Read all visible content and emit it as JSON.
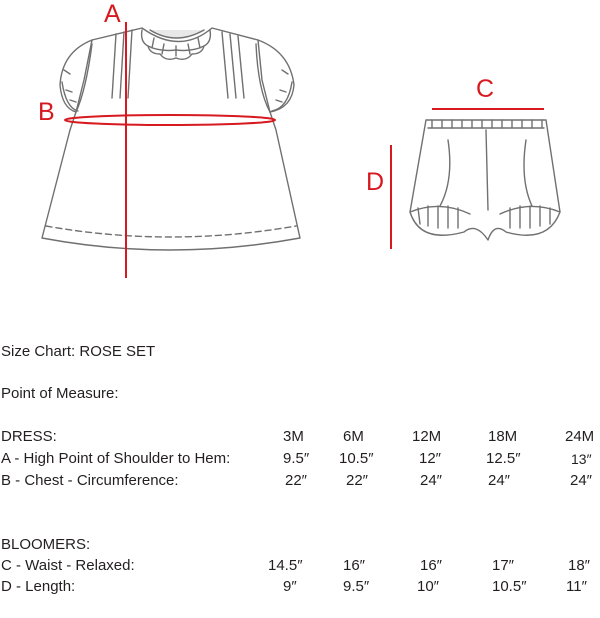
{
  "diagram": {
    "labels": {
      "a": "A",
      "b": "B",
      "c": "C",
      "d": "D"
    },
    "accent_color": "#d71920"
  },
  "size_chart": {
    "title": "Size Chart: ROSE SET",
    "point_of_measure": "Point of Measure:",
    "dress": {
      "heading": "DRESS:",
      "sizes": [
        "3M",
        "6M",
        "12M",
        "18M",
        "24M"
      ],
      "rows": [
        {
          "label": "A - High Point of Shoulder to Hem:",
          "values": [
            "9.5″",
            "10.5″",
            "12″",
            "12.5″",
            "13″"
          ]
        },
        {
          "label": "B - Chest - Circumference:",
          "values": [
            "22″",
            "22″",
            "24″",
            "24″",
            "24″"
          ]
        }
      ]
    },
    "bloomers": {
      "heading": "BLOOMERS:",
      "rows": [
        {
          "label": "C - Waist - Relaxed:",
          "values": [
            "14.5″",
            "16″",
            "16″",
            "17″",
            "18″"
          ]
        },
        {
          "label": "D - Length:",
          "values": [
            "9″",
            "9.5″",
            "10″",
            "10.5″",
            "11″"
          ]
        }
      ]
    }
  }
}
